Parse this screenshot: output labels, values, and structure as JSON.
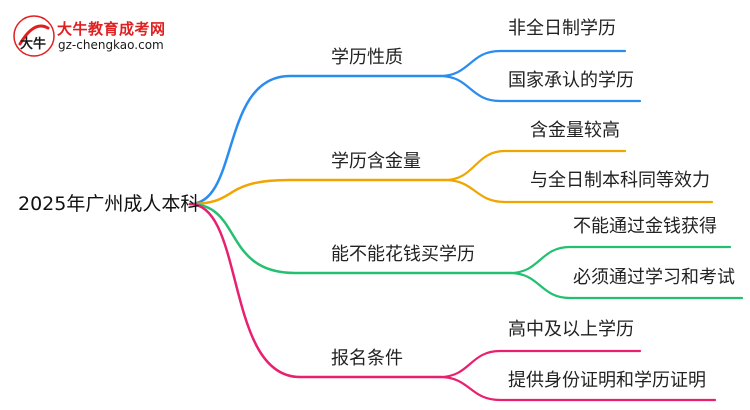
{
  "logo": {
    "mark_text": "大牛",
    "title": "大牛教育成考网",
    "url": "gz-chengkao.com"
  },
  "mindmap": {
    "root": "2025年广州成人本科",
    "branches": [
      {
        "label": "学历性质",
        "color": "#2b8cf0",
        "children": [
          "非全日制学历",
          "国家承认的学历"
        ]
      },
      {
        "label": "学历含金量",
        "color": "#f0a500",
        "children": [
          "含金量较高",
          "与全日制本科同等效力"
        ]
      },
      {
        "label": "能不能花钱买学历",
        "color": "#22c070",
        "children": [
          "不能通过金钱获得",
          "必须通过学习和考试"
        ]
      },
      {
        "label": "报名条件",
        "color": "#e8206f",
        "children": [
          "高中及以上学历",
          "提供身份证明和学历证明"
        ]
      }
    ]
  }
}
